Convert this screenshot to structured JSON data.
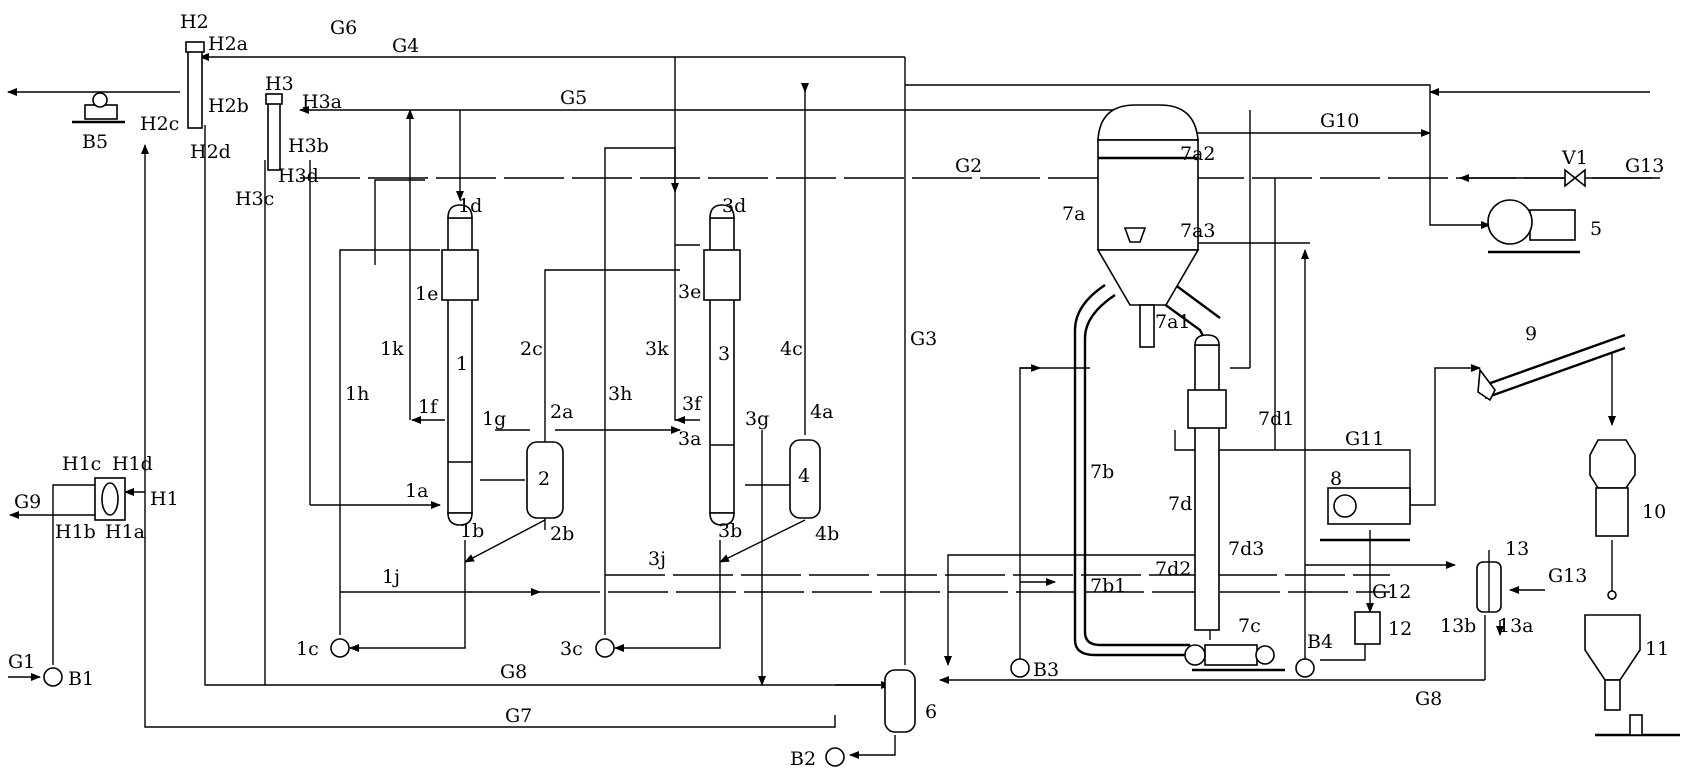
{
  "stream_labels": [
    "G1",
    "G2",
    "G3",
    "G4",
    "G5",
    "G6",
    "G7",
    "G8",
    "G8",
    "G9",
    "G10",
    "G11",
    "G12",
    "G13",
    "G13"
  ],
  "equipment_labels": [
    "1",
    "2",
    "3",
    "4",
    "5",
    "6",
    "7a",
    "7b",
    "7b1",
    "7c",
    "7d",
    "7d1",
    "7d2",
    "7d3",
    "8",
    "9",
    "10",
    "11",
    "12",
    "13",
    "13a",
    "13b"
  ],
  "column1_labels": [
    "1a",
    "1b",
    "1c",
    "1d",
    "1e",
    "1f",
    "1g",
    "1h",
    "1j",
    "1k"
  ],
  "column3_labels": [
    "3a",
    "3b",
    "3c",
    "3d",
    "3e",
    "3f",
    "3g",
    "3h",
    "3j",
    "3k"
  ],
  "vessel_labels": [
    "2a",
    "2b",
    "2c",
    "4a",
    "4b",
    "4c",
    "7a1",
    "7a2",
    "7a3"
  ],
  "exchanger_labels": [
    "H1",
    "H1a",
    "H1b",
    "H1c",
    "H1d",
    "H2",
    "H2a",
    "H2b",
    "H2c",
    "H2d",
    "H3",
    "H3a",
    "H3b",
    "H3c",
    "H3d"
  ],
  "pump_labels": [
    "B1",
    "B2",
    "B3",
    "B4",
    "B5"
  ],
  "valve_labels": [
    "V1"
  ]
}
